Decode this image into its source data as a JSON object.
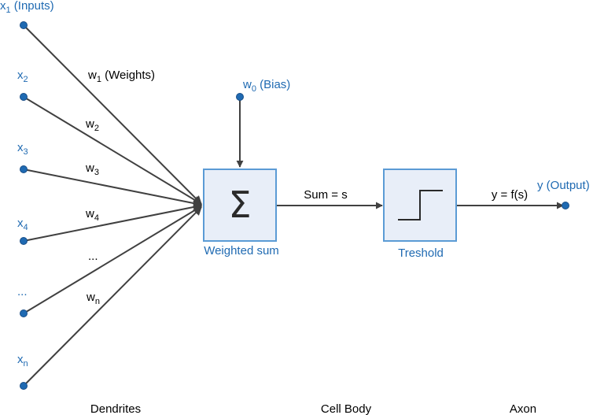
{
  "inputs": [
    {
      "base": "x",
      "sub": "1",
      "suffix": " (Inputs)"
    },
    {
      "base": "x",
      "sub": "2",
      "suffix": ""
    },
    {
      "base": "x",
      "sub": "3",
      "suffix": ""
    },
    {
      "base": "x",
      "sub": "4",
      "suffix": ""
    },
    {
      "base": "...",
      "sub": "",
      "suffix": ""
    },
    {
      "base": "x",
      "sub": "n",
      "suffix": ""
    }
  ],
  "weights": [
    {
      "base": "w",
      "sub": "1",
      "suffix": " (Weights)"
    },
    {
      "base": "w",
      "sub": "2",
      "suffix": ""
    },
    {
      "base": "w",
      "sub": "3",
      "suffix": ""
    },
    {
      "base": "w",
      "sub": "4",
      "suffix": ""
    },
    {
      "base": "...",
      "sub": "",
      "suffix": ""
    },
    {
      "base": "w",
      "sub": "n",
      "suffix": ""
    }
  ],
  "bias": {
    "base": "w",
    "sub": "0",
    "suffix": " (Bias)"
  },
  "sum_node": {
    "symbol": "Σ",
    "label": "Weighted sum"
  },
  "sum_edge_label": "Sum = s",
  "threshold_node": {
    "label": "Treshold"
  },
  "output_edge_label": "y = f(s)",
  "output_label": "y (Output)",
  "sections": {
    "dendrites": "Dendrites",
    "cell_body": "Cell Body",
    "axon": "Axon"
  },
  "colors": {
    "node_fill": "#e8eef8",
    "node_stroke": "#5b9bd5",
    "dot_fill": "#1f6ab2",
    "line": "#404040",
    "label_blue": "#1f6ab2"
  }
}
